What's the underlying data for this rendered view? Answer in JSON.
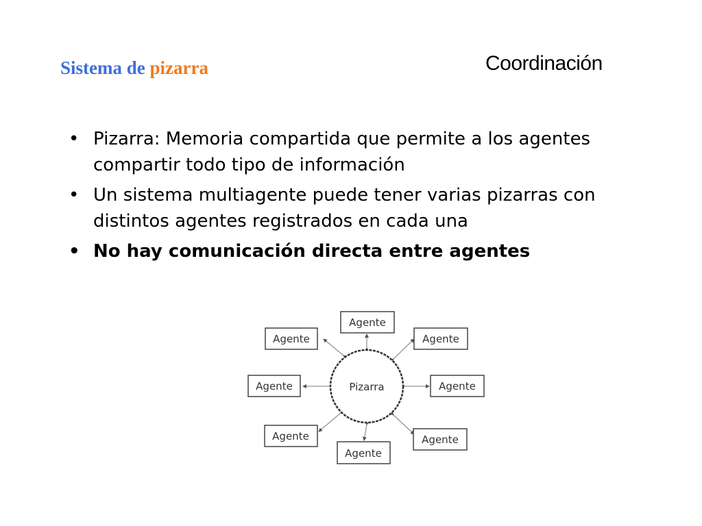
{
  "slide": {
    "section_label": "Coordinación",
    "title_part1": "Sistema de",
    "title_part2": "pizarra"
  },
  "bullets": [
    {
      "marker": "•",
      "text": "Pizarra: Memoria compartida que permite a los agentes compartir todo tipo de información",
      "bold": false
    },
    {
      "marker": "•",
      "text": "Un sistema multiagente puede tener varias pizarras con distintos agentes registrados en cada una",
      "bold": false
    },
    {
      "marker": "•",
      "text": "No hay comunicación directa entre agentes",
      "bold": true
    }
  ],
  "diagram": {
    "center_label": "Pizarra",
    "agents": [
      {
        "label": "Agente"
      },
      {
        "label": "Agente"
      },
      {
        "label": "Agente"
      },
      {
        "label": "Agente"
      },
      {
        "label": "Agente"
      },
      {
        "label": "Agente"
      },
      {
        "label": "Agente"
      },
      {
        "label": "Agente"
      }
    ]
  }
}
